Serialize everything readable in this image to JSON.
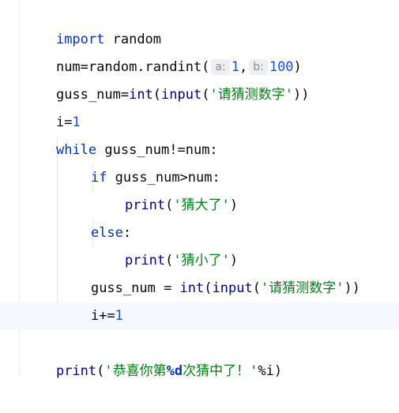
{
  "editor": {
    "lines": {
      "l1": {
        "kw": "import",
        "text": " random"
      },
      "l2": {
        "prefix": "num=random.randint(",
        "hint_a": "a:",
        "arg_a": "1",
        "comma": ",",
        "hint_b": "b:",
        "arg_b": "100",
        "suffix": ")"
      },
      "l3": {
        "prefix": "guss_num=",
        "fn1": "int",
        "p1": "(",
        "fn2": "input",
        "p2": "(",
        "str": "'请猜测数字'",
        "suffix": "))"
      },
      "l4": {
        "prefix": "i=",
        "num": "1"
      },
      "l5": {
        "kw": "while",
        "text": " guss_num!=num:"
      },
      "l6": {
        "kw": "if",
        "text": " guss_num>num:"
      },
      "l7": {
        "fn": "print",
        "p1": "(",
        "str": "'猜大了'",
        "suffix": ")"
      },
      "l8": {
        "kw": "else",
        "text": ":"
      },
      "l9": {
        "fn": "print",
        "p1": "(",
        "str": "'猜小了'",
        "suffix": ")"
      },
      "l10": {
        "prefix": "guss_num = ",
        "fn1": "int",
        "p1": "(",
        "fn2": "input",
        "p2": "(",
        "str": "'请猜测数字'",
        "suffix": "))"
      },
      "l11": {
        "prefix": "i+=",
        "num": "1"
      },
      "l13": {
        "fn": "print",
        "p1": "(",
        "str1": "'恭喜你第",
        "fmt": "%d",
        "str2": "次猜中了！'",
        "suffix": "%i)"
      }
    }
  }
}
